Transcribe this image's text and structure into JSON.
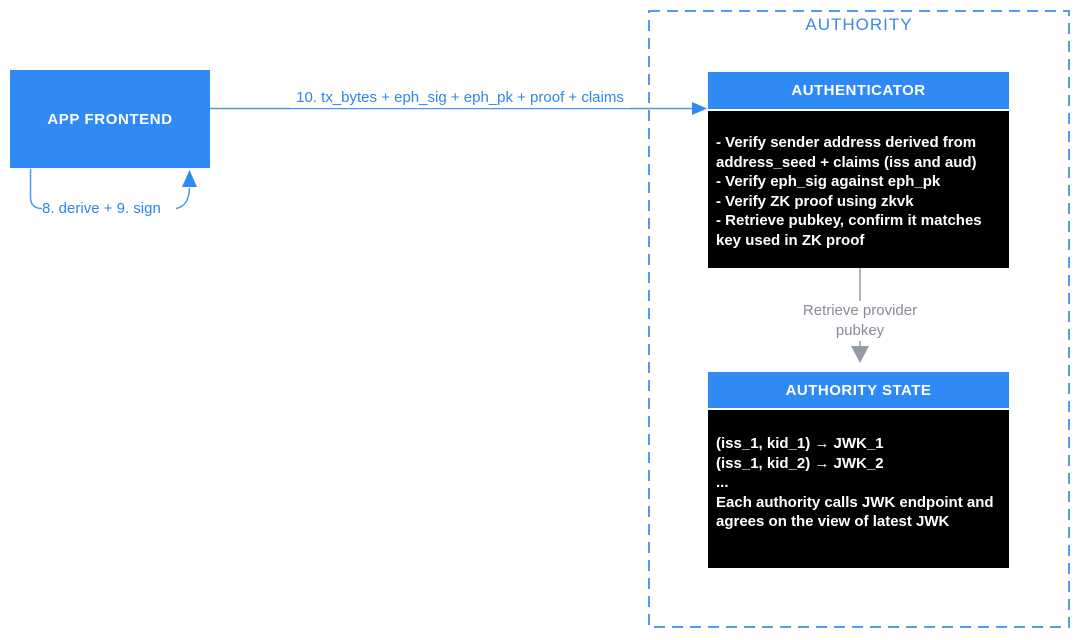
{
  "colors": {
    "box_blue": "#2F8AF5",
    "dashed_border_blue": "#5599F2",
    "label_blue": "#2E86EC",
    "arrow_gray": "#959BA4",
    "label_gray": "#868D98",
    "box_black": "#000000",
    "box_text_white": "#FFFFFF"
  },
  "app_frontend": {
    "label": "APP FRONTEND"
  },
  "arrows": {
    "derive_sign_label": "8. derive + 9. sign",
    "submit_label": "10. tx_bytes + eph_sig + eph_pk + proof + claims",
    "retrieve_label": "Retrieve provider pubkey"
  },
  "authority": {
    "title": "AUTHORITY",
    "authenticator": {
      "title": "AUTHENTICATOR",
      "lines": [
        "- Verify sender address derived from address_seed + claims (iss and aud)",
        "- Verify eph_sig against eph_pk",
        "- Verify ZK proof using zkvk",
        "- Retrieve pubkey, confirm it matches key used in ZK proof"
      ]
    },
    "authority_state": {
      "title": "AUTHORITY STATE",
      "lines": [
        "(iss_1, kid_1) → JWK_1",
        "(iss_1, kid_2) → JWK_2",
        "...",
        "Each authority calls JWK endpoint and agrees on the view of latest JWK"
      ]
    }
  }
}
